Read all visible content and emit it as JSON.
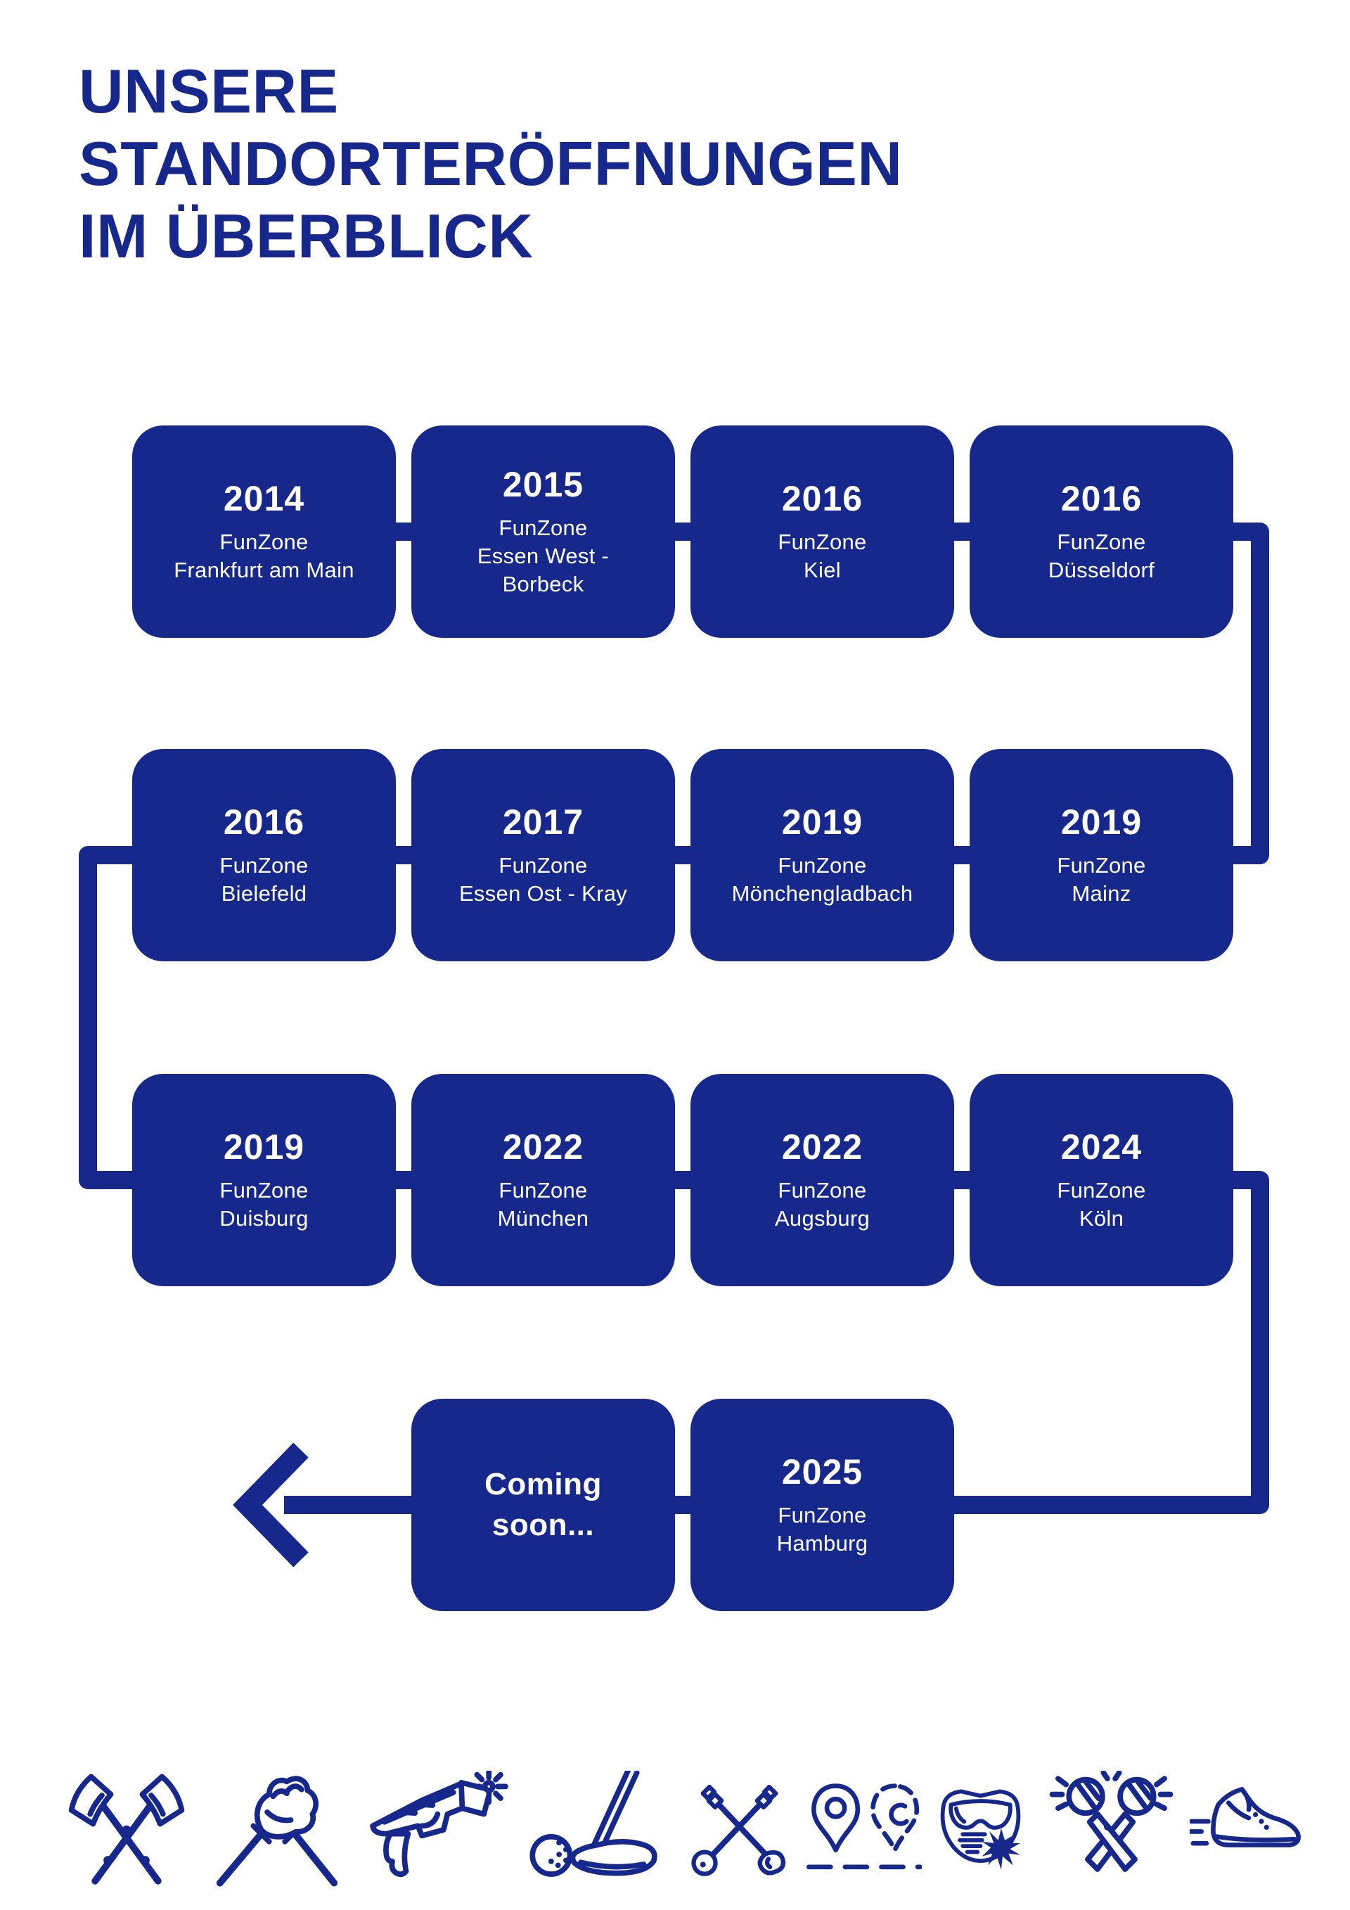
{
  "page": {
    "background": "#ffffff",
    "accent": "#17288c",
    "card_text_color": "#ffffff"
  },
  "title": {
    "lines": [
      "UNSERE",
      "STANDORTERÖFFNUNGEN",
      "IM ÜBERBLICK"
    ]
  },
  "timeline": {
    "rows": [
      {
        "cards": [
          {
            "year": "2014",
            "location_lines": [
              "FunZone",
              "Frankfurt am Main"
            ]
          },
          {
            "year": "2015",
            "location_lines": [
              "FunZone",
              "Essen West -",
              "Borbeck"
            ]
          },
          {
            "year": "2016",
            "location_lines": [
              "FunZone",
              "Kiel"
            ]
          },
          {
            "year": "2016",
            "location_lines": [
              "FunZone",
              "Düsseldorf"
            ]
          }
        ]
      },
      {
        "cards": [
          {
            "year": "2016",
            "location_lines": [
              "FunZone",
              "Bielefeld"
            ]
          },
          {
            "year": "2017",
            "location_lines": [
              "FunZone",
              "Essen Ost - Kray"
            ]
          },
          {
            "year": "2019",
            "location_lines": [
              "FunZone",
              "Mönchengladbach"
            ]
          },
          {
            "year": "2019",
            "location_lines": [
              "FunZone",
              "Mainz"
            ]
          }
        ]
      },
      {
        "cards": [
          {
            "year": "2019",
            "location_lines": [
              "FunZone",
              "Duisburg"
            ]
          },
          {
            "year": "2022",
            "location_lines": [
              "FunZone",
              "München"
            ]
          },
          {
            "year": "2022",
            "location_lines": [
              "FunZone",
              "Augsburg"
            ]
          },
          {
            "year": "2024",
            "location_lines": [
              "FunZone",
              "Köln"
            ]
          }
        ]
      }
    ],
    "final_row": {
      "coming_soon": {
        "lines": [
          "Coming",
          "soon..."
        ]
      },
      "card": {
        "year": "2025",
        "location_lines": [
          "FunZone",
          "Hamburg"
        ]
      }
    }
  },
  "icons": {
    "items": [
      "crossed-axes",
      "arm-wrestling",
      "laser-tag-gun",
      "mini-golf",
      "crossed-keys",
      "map-pins",
      "paintball-mask",
      "karaoke-microphones",
      "running-sneaker"
    ]
  }
}
